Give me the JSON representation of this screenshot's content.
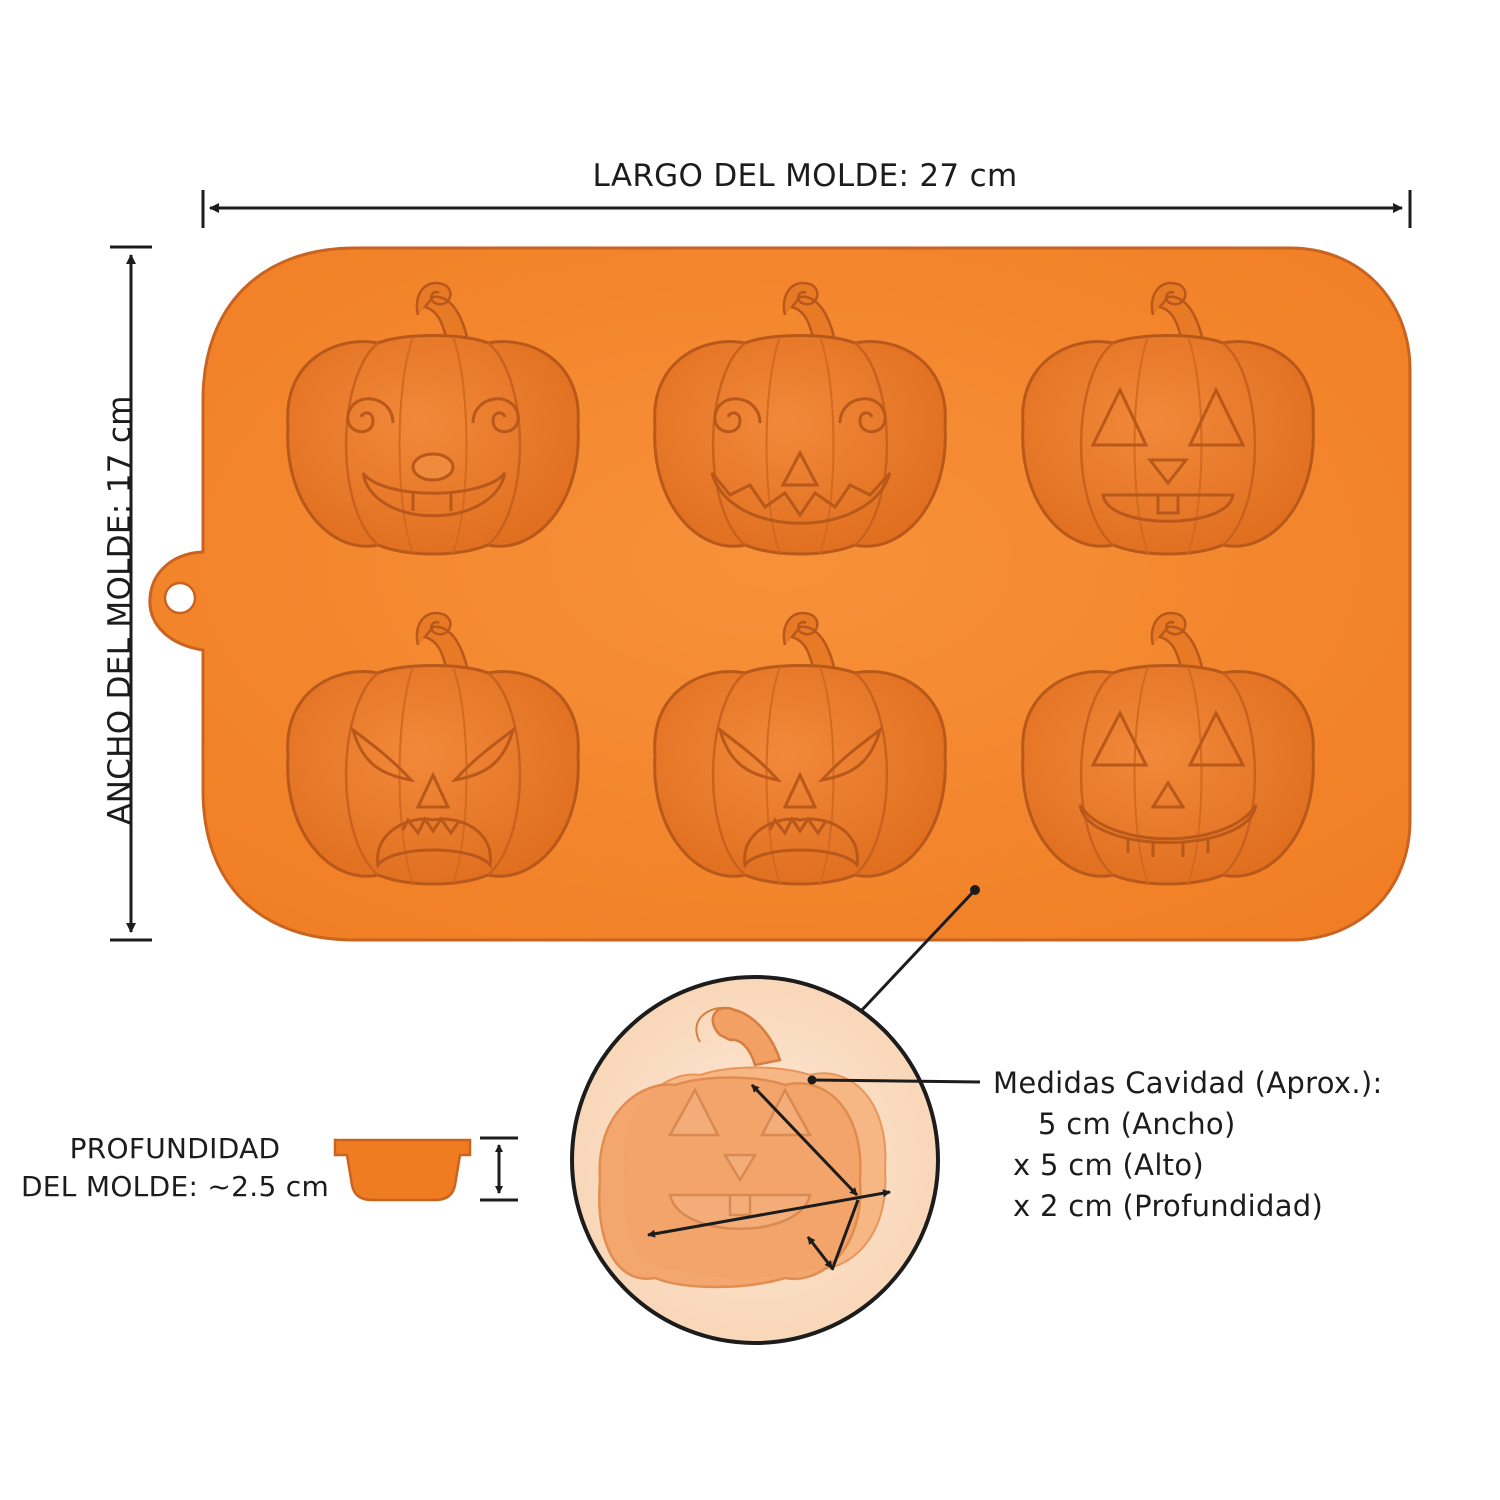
{
  "labels": {
    "length": "LARGO DEL MOLDE: 27 cm",
    "width": "ANCHO DEL MOLDE: 17 cm",
    "depth_line1": "PROFUNDIDAD",
    "depth_line2": "DEL MOLDE: ~2.5 cm",
    "cavity_title": "Medidas Cavidad (Aprox.):",
    "cavity_width": "5 cm (Ancho)",
    "cavity_height": "x 5 cm (Alto)",
    "cavity_depth": "x 2 cm (Profundidad)"
  },
  "mold": {
    "cavities": [
      {
        "face": "swirl-eyes-round-nose-smile"
      },
      {
        "face": "swirl-eyes-triangle-nose-zigzag-grin"
      },
      {
        "face": "triangle-eyes-triangle-nose-gap-smile"
      },
      {
        "face": "angry-eyes-frown"
      },
      {
        "face": "angry-eyes-frown"
      },
      {
        "face": "triangle-eyes-wide-grin"
      }
    ]
  },
  "colors": {
    "mold": "#f5862e",
    "mold_dark": "#e2701e",
    "mold_edge": "#c9631f",
    "cavity_line": "#b8581a",
    "zoom_bg": "#fbe3cd",
    "ink": "#1c1c1c"
  }
}
